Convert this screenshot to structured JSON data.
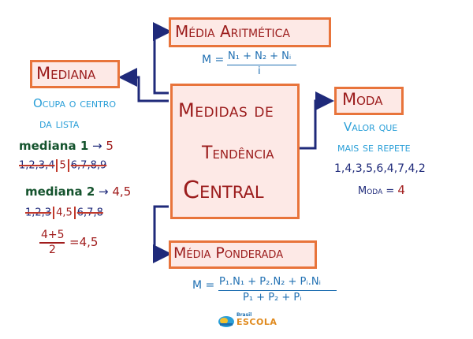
{
  "central": {
    "line1": "Medidas de",
    "line2": "Tendência",
    "line3": "Central"
  },
  "aritmetica": {
    "title": "Média Aritmética",
    "lhs": "M =",
    "numerator": "N₁ + N₂ + Nᵢ",
    "denominator": "i"
  },
  "mediana": {
    "title": "Mediana",
    "desc_line1": "Ocupa o centro",
    "desc_line2": "da lista",
    "ex1_label": "mediana 1",
    "ex1_value": "5",
    "ex1_left": "1,2,3,4",
    "ex1_mid": "5",
    "ex1_right": "6,7,8,9",
    "ex2_label": "mediana 2",
    "ex2_value": "4,5",
    "ex2_left": "1,2,3",
    "ex2_mid": "4,5",
    "ex2_right": "6,7,8",
    "calc_num": "4+5",
    "calc_den": "2",
    "calc_result": "=4,5"
  },
  "moda": {
    "title": "Moda",
    "desc_line1": "Valor que",
    "desc_line2": "mais se repete",
    "list": "1,4,3,5,6,4,7,4,2",
    "result_label": "Moda =",
    "result_value": "4"
  },
  "ponderada": {
    "title": "Média Ponderada",
    "lhs": "M =",
    "numerator": "P₁.N₁ + P₂.N₂ + Pᵢ.Nᵢ",
    "denominator": "P₁ + P₂ + Pᵢ"
  },
  "logo": {
    "small": "Brasil",
    "main": "ESCOLA"
  },
  "colors": {
    "box_border": "#e8743b",
    "box_fill": "#fde9e6",
    "title": "#9b1c1c",
    "arrow": "#1f2a7a",
    "desc": "#2a9fd8"
  }
}
